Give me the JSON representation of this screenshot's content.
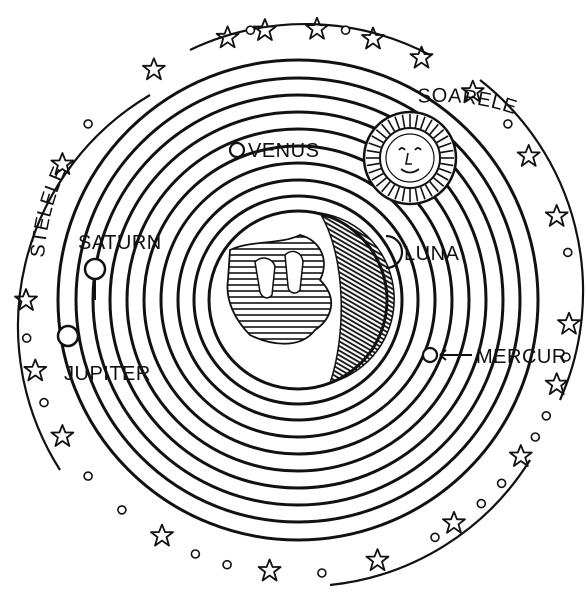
{
  "labels": {
    "stars": "STELELE",
    "sun": "SOARELE",
    "venus": "VENUS",
    "saturn": "SATURN",
    "moon": "LUNA",
    "jupiter": "JUPITER",
    "mercury": "MERCUR"
  },
  "colors": {
    "ink": "#111111",
    "paper": "#ffffff"
  },
  "icons": {
    "sun": "sun-face-icon",
    "moon": "crescent-moon-icon",
    "planet": "circle-planet-icon",
    "star": "five-point-star-icon",
    "earth": "hatched-earth-icon"
  }
}
